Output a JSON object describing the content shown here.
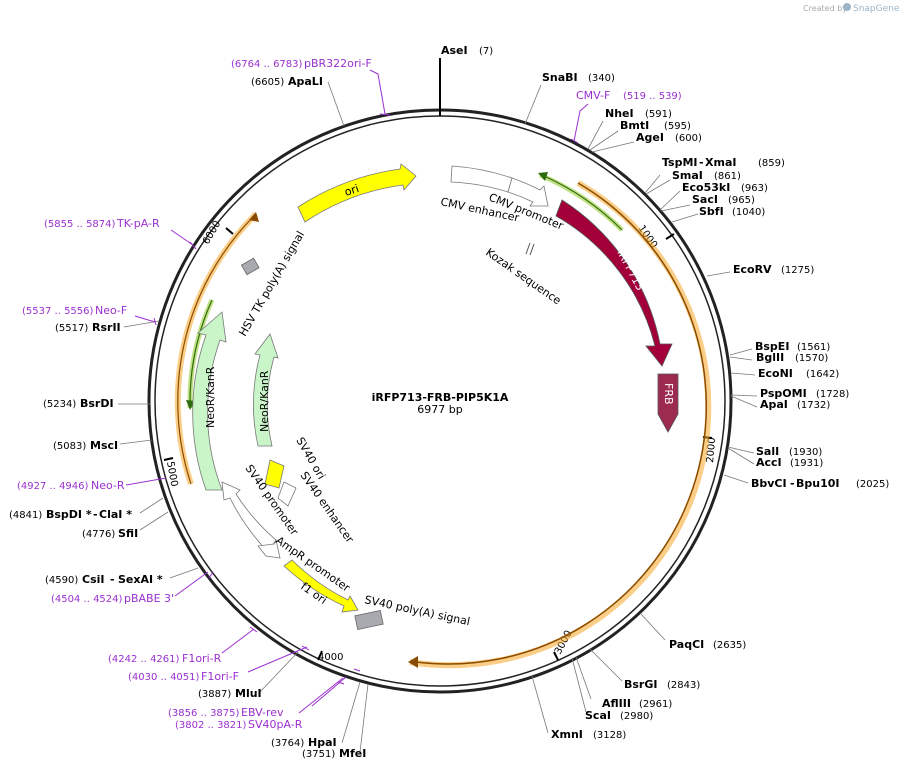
{
  "plasmid": {
    "name": "iRFP713-FRB-PIP5K1A",
    "length_label": "6977 bp",
    "length": 6977
  },
  "credit": {
    "prefix": "Created by",
    "brand": "SnapGene"
  },
  "colors": {
    "backbone": "#222222",
    "orf_highlight": "#f5a623",
    "irfp": "#a3003a",
    "frb": "#9c2b4f",
    "ori": "#ffff00",
    "neo": "#c9f5c9",
    "promoter": "#ffffff",
    "polya": "#a9a9b0",
    "primer": "#9b30d0",
    "green_orf": "#2e8b1a"
  },
  "ticks": [
    "1000",
    "2000",
    "3000",
    "4000",
    "5000",
    "6000"
  ],
  "sites_right": [
    {
      "name": "SnaBI",
      "pos": "(340)"
    },
    {
      "name": "NheI",
      "pos": "(591)"
    },
    {
      "name": "BmtI",
      "pos": "(595)"
    },
    {
      "name": "AgeI",
      "pos": "(600)"
    },
    {
      "name": "TspMI",
      "name2": "XmaI",
      "pos": "(859)"
    },
    {
      "name": "SmaI",
      "pos": "(861)"
    },
    {
      "name": "Eco53kI",
      "pos": "(963)"
    },
    {
      "name": "SacI",
      "pos": "(965)"
    },
    {
      "name": "SbfI",
      "pos": "(1040)"
    },
    {
      "name": "EcoRV",
      "pos": "(1275)"
    },
    {
      "name": "BspEI",
      "pos": "(1561)"
    },
    {
      "name": "BglII",
      "pos": "(1570)"
    },
    {
      "name": "EcoNI",
      "pos": "(1642)"
    },
    {
      "name": "PspOMI",
      "pos": "(1728)"
    },
    {
      "name": "ApaI",
      "pos": "(1732)"
    },
    {
      "name": "SalI",
      "pos": "(1930)"
    },
    {
      "name": "AccI",
      "pos": "(1931)"
    },
    {
      "name": "BbvCI",
      "name2": "Bpu10I",
      "pos": "(2025)"
    },
    {
      "name": "PaqCI",
      "pos": "(2635)"
    },
    {
      "name": "BsrGI",
      "pos": "(2843)"
    },
    {
      "name": "AflIII",
      "pos": "(2961)"
    },
    {
      "name": "ScaI",
      "pos": "(2980)"
    },
    {
      "name": "XmnI",
      "pos": "(3128)"
    }
  ],
  "sites_left": [
    {
      "name": "ApaLI",
      "pos": "(6605)"
    },
    {
      "name": "RsrII",
      "pos": "(5517)"
    },
    {
      "name": "BsrDI",
      "pos": "(5234)"
    },
    {
      "name": "MscI",
      "pos": "(5083)"
    },
    {
      "name": "BspDI *",
      "name2": "ClaI *",
      "pos": "(4841)"
    },
    {
      "name": "SfiI",
      "pos": "(4776)"
    },
    {
      "name": "CsiI",
      "name2": "SexAI *",
      "pos": "(4590)"
    },
    {
      "name": "MluI",
      "pos": "(3887)"
    },
    {
      "name": "HpaI",
      "pos": "(3764)"
    },
    {
      "name": "MfeI",
      "pos": "(3751)"
    }
  ],
  "site_top": {
    "name": "AseI",
    "pos": "(7)"
  },
  "primers": [
    {
      "name": "pBR322ori-F",
      "pos": "(6764 .. 6783)"
    },
    {
      "name": "CMV-F",
      "pos": "(519 .. 539)"
    },
    {
      "name": "TK-pA-R",
      "pos": "(5855 .. 5874)"
    },
    {
      "name": "Neo-F",
      "pos": "(5537 .. 5556)"
    },
    {
      "name": "Neo-R",
      "pos": "(4927 .. 4946)"
    },
    {
      "name": "pBABE 3'",
      "pos": "(4504 .. 4524)"
    },
    {
      "name": "F1ori-R",
      "pos": "(4242 .. 4261)"
    },
    {
      "name": "F1ori-F",
      "pos": "(4030 .. 4051)"
    },
    {
      "name": "EBV-rev",
      "pos": "(3856 .. 3875)"
    },
    {
      "name": "SV40pA-R",
      "pos": "(3802 .. 3821)"
    }
  ],
  "features": {
    "ori": "ori",
    "cmv_enhancer": "CMV enhancer",
    "cmv_promoter": "CMV promoter",
    "kozak": "Kozak sequence",
    "irfp": "iRFP713",
    "frb": "FRB",
    "hsv_polya": "HSV TK poly(A) signal",
    "neo_outer": "NeoR/KanR",
    "neo_inner": "NeoR/KanR",
    "sv40_ori": "SV40 ori",
    "sv40_enhancer": "SV40 enhancer",
    "sv40_promoter": "SV40 promoter",
    "ampr_promoter": "AmpR promoter",
    "f1_ori": "f1 ori",
    "sv40_polya": "SV40 poly(A) signal"
  }
}
